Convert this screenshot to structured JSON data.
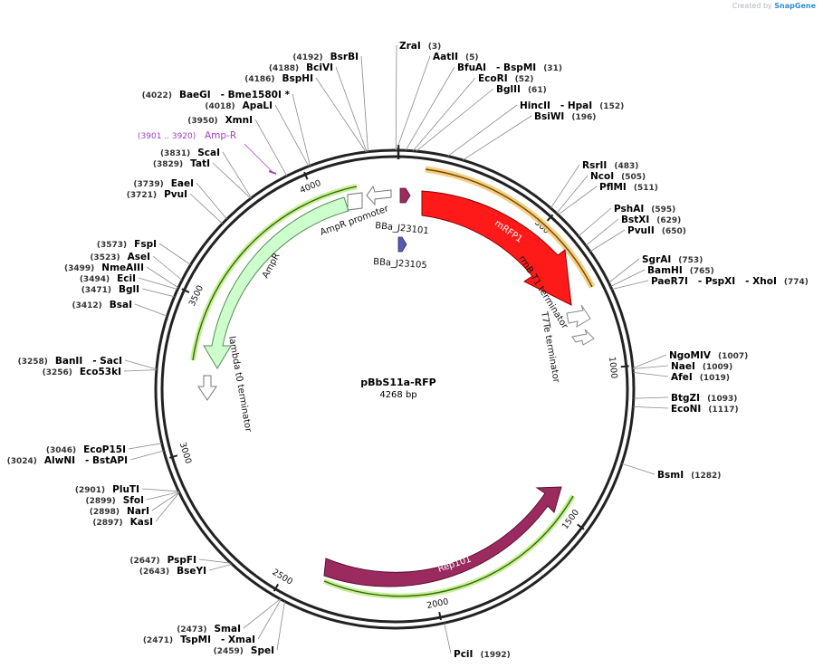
{
  "credit": {
    "prefix": "Created by",
    "brand": "SnapGene"
  },
  "plasmid": {
    "name": "pBbS11a-RFP",
    "length_label": "4268 bp",
    "length": 4268
  },
  "backbone_ticks": [
    {
      "pos": 500,
      "label": "500"
    },
    {
      "pos": 1000,
      "label": "1000"
    },
    {
      "pos": 1500,
      "label": "1500"
    },
    {
      "pos": 2000,
      "label": "2000"
    },
    {
      "pos": 2500,
      "label": "2500"
    },
    {
      "pos": 3000,
      "label": "3000"
    },
    {
      "pos": 3500,
      "label": "3500"
    },
    {
      "pos": 4000,
      "label": "4000"
    }
  ],
  "features": [
    {
      "name": "mRFP1",
      "kind": "cds",
      "color": "#ff1a1a",
      "label_inside": true
    },
    {
      "name": "rrnB T1 terminator",
      "kind": "terminator",
      "color": "#ffffff"
    },
    {
      "name": "T7Te terminator",
      "kind": "terminator",
      "color": "#ffffff"
    },
    {
      "name": "Rep101",
      "kind": "cds",
      "color": "#9b2b5e",
      "label_inside": true
    },
    {
      "name": "AmpR",
      "kind": "cds",
      "color": "#ccffcc"
    },
    {
      "name": "AmpR promoter",
      "kind": "promoter",
      "color": "#ffffff"
    },
    {
      "name": "lambda t0 terminator",
      "kind": "terminator",
      "color": "#ffffff"
    },
    {
      "name": "BBa_J23101",
      "kind": "promoter",
      "color": "#9b2b5e"
    },
    {
      "name": "BBa_J23105",
      "kind": "promoter",
      "color": "#5a5aaa"
    }
  ],
  "primer": {
    "name": "Amp-R",
    "range": "(3901 .. 3920)",
    "color": "#a040c0"
  },
  "sites": [
    {
      "id": "zrai",
      "label": "ZraI",
      "pos_text": "(3)",
      "side": "right"
    },
    {
      "id": "aatii",
      "label": "AatII",
      "pos_text": "(5)",
      "side": "right"
    },
    {
      "id": "bfuai",
      "label": "BfuAI   - BspMI",
      "pos_text": "(31)",
      "side": "right"
    },
    {
      "id": "ecori",
      "label": "EcoRI",
      "pos_text": "(52)",
      "side": "right"
    },
    {
      "id": "bglii",
      "label": "BglII",
      "pos_text": "(61)",
      "side": "right"
    },
    {
      "id": "hincii",
      "label": "HincII   - HpaI",
      "pos_text": "(152)",
      "side": "right"
    },
    {
      "id": "bsiwi",
      "label": "BsiWI",
      "pos_text": "(196)",
      "side": "right"
    },
    {
      "id": "rsrii",
      "label": "RsrII",
      "pos_text": "(483)",
      "side": "right"
    },
    {
      "id": "ncoi",
      "label": "NcoI",
      "pos_text": "(505)",
      "side": "right"
    },
    {
      "id": "pflmi",
      "label": "PflMI",
      "pos_text": "(511)",
      "side": "right"
    },
    {
      "id": "pshai",
      "label": "PshAI",
      "pos_text": "(595)",
      "side": "right"
    },
    {
      "id": "bstxi",
      "label": "BstXI",
      "pos_text": "(629)",
      "side": "right"
    },
    {
      "id": "pvuii",
      "label": "PvuII",
      "pos_text": "(650)",
      "side": "right"
    },
    {
      "id": "sgrai",
      "label": "SgrAI",
      "pos_text": "(753)",
      "side": "right"
    },
    {
      "id": "bamhi",
      "label": "BamHI",
      "pos_text": "(765)",
      "side": "right"
    },
    {
      "id": "paer7i",
      "label": "PaeR7I   - PspXI   - XhoI",
      "pos_text": "(774)",
      "side": "right"
    },
    {
      "id": "ngomiv",
      "label": "NgoMIV",
      "pos_text": "(1007)",
      "side": "right"
    },
    {
      "id": "naei",
      "label": "NaeI",
      "pos_text": "(1009)",
      "side": "right"
    },
    {
      "id": "afei",
      "label": "AfeI",
      "pos_text": "(1019)",
      "side": "right"
    },
    {
      "id": "btgzi",
      "label": "BtgZI",
      "pos_text": "(1093)",
      "side": "right"
    },
    {
      "id": "econi",
      "label": "EcoNI",
      "pos_text": "(1117)",
      "side": "right"
    },
    {
      "id": "bsmi",
      "label": "BsmI",
      "pos_text": "(1282)",
      "side": "right"
    },
    {
      "id": "pcii",
      "label": "PciI",
      "pos_text": "(1992)",
      "side": "right"
    },
    {
      "id": "spei",
      "label": "SpeI",
      "pos_text": "(2459)",
      "side": "left"
    },
    {
      "id": "tspmi",
      "label": "TspMI   - XmaI",
      "pos_text": "(2471)",
      "side": "left"
    },
    {
      "id": "smai",
      "label": "SmaI",
      "pos_text": "(2473)",
      "side": "left"
    },
    {
      "id": "bseyi",
      "label": "BseYI",
      "pos_text": "(2643)",
      "side": "left"
    },
    {
      "id": "pspfi",
      "label": "PspFI",
      "pos_text": "(2647)",
      "side": "left"
    },
    {
      "id": "kasi",
      "label": "KasI",
      "pos_text": "(2897)",
      "side": "left"
    },
    {
      "id": "nari",
      "label": "NarI",
      "pos_text": "(2898)",
      "side": "left"
    },
    {
      "id": "sfoi",
      "label": "SfoI",
      "pos_text": "(2899)",
      "side": "left"
    },
    {
      "id": "pluti",
      "label": "PluTI",
      "pos_text": "(2901)",
      "side": "left"
    },
    {
      "id": "alwni",
      "label": "AlwNI   - BstAPI",
      "pos_text": "(3024)",
      "side": "left"
    },
    {
      "id": "ecop15i",
      "label": "EcoP15I",
      "pos_text": "(3046)",
      "side": "left"
    },
    {
      "id": "eco53ki",
      "label": "Eco53kI",
      "pos_text": "(3256)",
      "side": "left"
    },
    {
      "id": "banii",
      "label": "BanII   - SacI",
      "pos_text": "(3258)",
      "side": "left"
    },
    {
      "id": "bsai",
      "label": "BsaI",
      "pos_text": "(3412)",
      "side": "left"
    },
    {
      "id": "bgli",
      "label": "BglI",
      "pos_text": "(3471)",
      "side": "left"
    },
    {
      "id": "ecii",
      "label": "EciI",
      "pos_text": "(3494)",
      "side": "left"
    },
    {
      "id": "nmeaiii",
      "label": "NmeAIII",
      "pos_text": "(3499)",
      "side": "left"
    },
    {
      "id": "asei",
      "label": "AseI",
      "pos_text": "(3523)",
      "side": "left"
    },
    {
      "id": "fspi",
      "label": "FspI",
      "pos_text": "(3573)",
      "side": "left"
    },
    {
      "id": "pvui",
      "label": "PvuI",
      "pos_text": "(3721)",
      "side": "left"
    },
    {
      "id": "eaei",
      "label": "EaeI",
      "pos_text": "(3739)",
      "side": "left"
    },
    {
      "id": "tati",
      "label": "TatI",
      "pos_text": "(3829)",
      "side": "left"
    },
    {
      "id": "scai",
      "label": "ScaI",
      "pos_text": "(3831)",
      "side": "left"
    },
    {
      "id": "xmni",
      "label": "XmnI",
      "pos_text": "(3950)",
      "side": "left"
    },
    {
      "id": "apali",
      "label": "ApaLI",
      "pos_text": "(4018)",
      "side": "left"
    },
    {
      "id": "baegi",
      "label": "BaeGI   - Bme1580I *",
      "pos_text": "(4022)",
      "side": "left"
    },
    {
      "id": "bsphi",
      "label": "BspHI",
      "pos_text": "(4186)",
      "side": "left"
    },
    {
      "id": "bcivi",
      "label": "BciVI",
      "pos_text": "(4188)",
      "side": "left"
    },
    {
      "id": "bsrbi",
      "label": "BsrBI",
      "pos_text": "(4192)",
      "side": "left"
    }
  ]
}
